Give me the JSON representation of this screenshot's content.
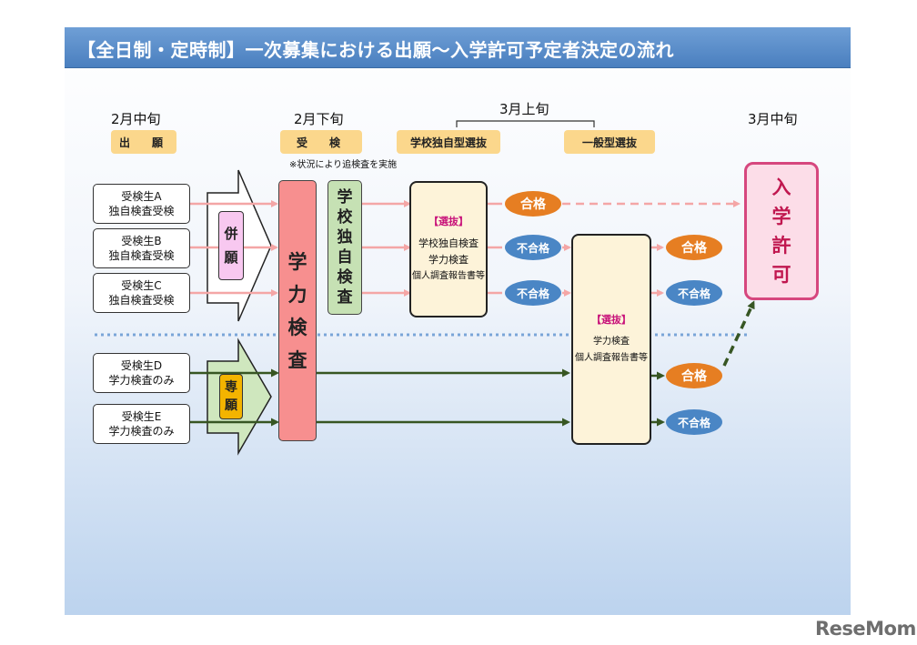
{
  "title": "【全日制・定時制】一次募集における出願〜入学許可予定者決定の流れ",
  "periods": {
    "feb_mid": "2月中旬",
    "feb_late": "2月下旬",
    "mar_early": "3月上旬",
    "mar_mid": "3月中旬"
  },
  "stage_tags": {
    "application": "出　願",
    "exam": "受　検",
    "school_selection": "学校独自型選抜",
    "general_selection": "一般型選抜"
  },
  "exam_note": "※状況により追検査を実施",
  "students": [
    {
      "name": "受検生A",
      "desc": "独自検査受検"
    },
    {
      "name": "受検生B",
      "desc": "独自検査受検"
    },
    {
      "name": "受検生C",
      "desc": "独自検査受検"
    },
    {
      "name": "受検生D",
      "desc": "学力検査のみ"
    },
    {
      "name": "受検生E",
      "desc": "学力検査のみ"
    }
  ],
  "application_types": {
    "dual": [
      "併",
      "願"
    ],
    "single": [
      "専",
      "願"
    ]
  },
  "exams": {
    "academic": [
      "学",
      "力",
      "検",
      "査"
    ],
    "school_own": [
      "学",
      "校",
      "独",
      "自",
      "検",
      "査"
    ]
  },
  "school_selection_box": {
    "heading": "【選抜】",
    "lines": [
      "学校独自検査",
      "学力検査",
      "個人調査報告書等"
    ]
  },
  "general_selection_box": {
    "heading": "【選抜】",
    "lines": [
      "学力検査",
      "個人調査報告書等"
    ]
  },
  "results": {
    "pass": "合格",
    "fail": "不合格"
  },
  "admission": [
    "入",
    "学",
    "許",
    "可"
  ],
  "logo": "ReseMom",
  "colors": {
    "title_bar": "#4a7fbf",
    "tag": "#fbd78c",
    "academic_exam": "#f78f8f",
    "school_exam": "#c6e1b4",
    "pass": "#e67e22",
    "fail": "#4a86c5",
    "pink_arrow": "#f4a6a6",
    "green_arrow": "#375623",
    "admission_border": "#d6477e",
    "admission_text": "#c0174f",
    "admission_fill": "#fcdde8",
    "dual_fill": "#f8c8f0",
    "single_fill": "#f3b400"
  }
}
